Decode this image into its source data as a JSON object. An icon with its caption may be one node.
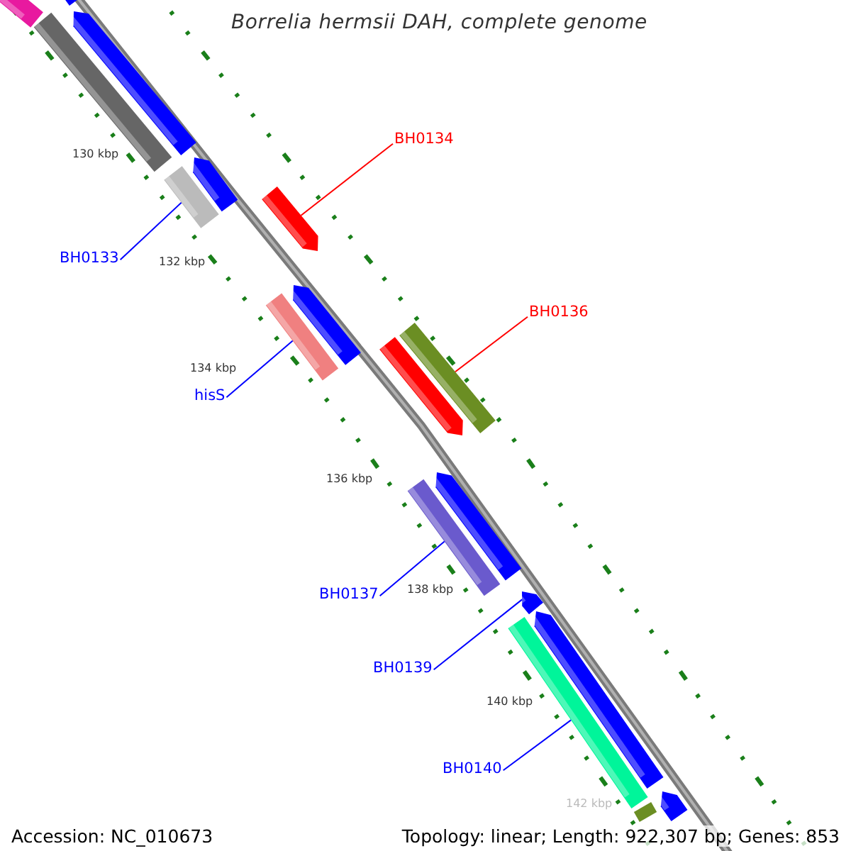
{
  "diagram": {
    "title": "Borrelia hermsii DAH, complete genome",
    "nodes": [
      {
        "text": [],
        "shape": "bar"
      },
      {
        "text": [],
        "shape": "bar"
      },
      {
        "text": [],
        "shape": "bar"
      },
      {
        "text": [],
        "shape": "bar"
      },
      {
        "text": [
          "BH0134"
        ]
      },
      {
        "text": [],
        "shape": "bar"
      },
      {
        "text": [],
        "shape": "bar"
      },
      {
        "text": [],
        "shape": "bar"
      },
      {
        "text": [
          "BH0133"
        ]
      },
      {
        "text": [
          "BH0136"
        ]
      },
      {
        "text": [],
        "shape": "bar"
      },
      {
        "text": [],
        "shape": "bar"
      },
      {
        "text": [],
        "shape": "bar"
      },
      {
        "text": [],
        "shape": "bar"
      },
      {
        "text": [
          "hisS"
        ]
      },
      {
        "text": [],
        "shape": "bar"
      },
      {
        "text": [],
        "shape": "bar"
      },
      {
        "text": [
          "BH0137"
        ]
      },
      {
        "text": [],
        "shape": "bar"
      },
      {
        "text": [],
        "shape": "bar"
      },
      {
        "text": [],
        "shape": "bar"
      },
      {
        "text": [
          "BH0139"
        ]
      },
      {
        "text": [
          "BH0140"
        ]
      },
      {
        "text": [],
        "shape": "bar"
      },
      {
        "text": [],
        "shape": "bar"
      }
    ],
    "edges": [
      {
        "from": 4,
        "to": 7,
        "arrow": "none",
        "color": "#ff0000"
      },
      {
        "from": 8,
        "to": 5,
        "arrow": "none"
      },
      {
        "from": 9,
        "to": 13,
        "arrow": "none",
        "color": "#ff0000"
      },
      {
        "from": 14,
        "to": 10,
        "arrow": "none"
      },
      {
        "from": 17,
        "to": 15,
        "arrow": "none"
      },
      {
        "from": 21,
        "to": 18,
        "arrow": "none"
      },
      {
        "from": 22,
        "to": 19,
        "arrow": "none"
      }
    ],
    "labels": [
      "130 kbp",
      "132 kbp",
      "134 kbp",
      "136 kbp",
      "138 kbp",
      "140 kbp",
      "142 kbp",
      "Accession: NC_010673",
      "Topology: linear; Length: 922,307 bp; Genes: 853"
    ]
  }
}
